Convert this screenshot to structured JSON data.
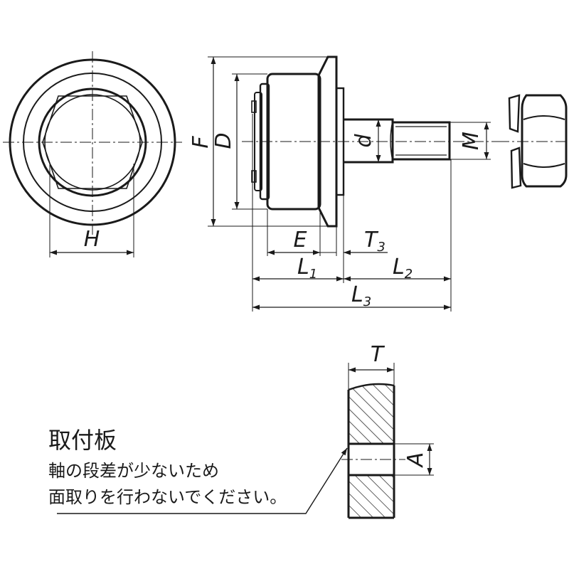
{
  "labels": {
    "H": "H",
    "F": "F",
    "D": "D",
    "d": "d",
    "M": "M",
    "E": "E",
    "T3": "T",
    "T3_sub": "3",
    "L1": "L",
    "L1_sub": "1",
    "L2": "L",
    "L2_sub": "2",
    "L3": "L",
    "L3_sub": "3",
    "T": "T",
    "A": "A"
  },
  "note": {
    "title": "取付板",
    "line1": "軸の段差が少ないため",
    "line2": "面取りを行わないでください。"
  }
}
